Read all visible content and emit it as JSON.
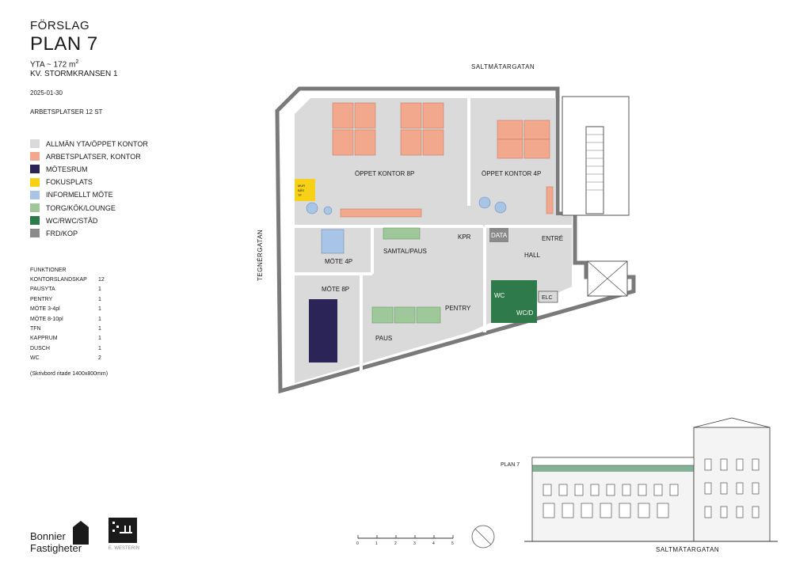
{
  "header": {
    "subtitle": "FÖRSLAG",
    "title": "PLAN 7",
    "area_prefix": "YTA ~ 172 m",
    "area_sup": "2",
    "property": "KV. STORMKRANSEN 1",
    "date": "2025-01-30",
    "workplaces": "ARBETSPLATSER 12 ST"
  },
  "legend": [
    {
      "label": "ALLMÄN YTA/ÖPPET KONTOR",
      "color": "#dadada"
    },
    {
      "label": "ARBETSPLATSER, KONTOR",
      "color": "#f2a88c"
    },
    {
      "label": "MÖTESRUM",
      "color": "#2b2456"
    },
    {
      "label": "FOKUSPLATS",
      "color": "#f7d117"
    },
    {
      "label": "INFORMELLT MÖTE",
      "color": "#a8c4e6"
    },
    {
      "label": "TORG/KÖK/LOUNGE",
      "color": "#9fc89a"
    },
    {
      "label": "WC/RWC/STÄD",
      "color": "#2e7a4a"
    },
    {
      "label": "FRD/KOP",
      "color": "#8a8a8a"
    }
  ],
  "functions": {
    "title": "FUNKTIONER",
    "rows": [
      {
        "name": "KONTORSLANDSKAP",
        "count": "12"
      },
      {
        "name": "PAUSYTA",
        "count": "1"
      },
      {
        "name": "PENTRY",
        "count": "1"
      },
      {
        "name": "MÖTE 3-4pl",
        "count": "1"
      },
      {
        "name": "MÖTE 8-10pl",
        "count": "1"
      },
      {
        "name": "TFN",
        "count": "1"
      },
      {
        "name": "KAPPRUM",
        "count": "1"
      },
      {
        "name": "DUSCH",
        "count": "1"
      },
      {
        "name": "WC",
        "count": "2"
      }
    ],
    "note": "(Skrivbord ritade 1400x800mm)"
  },
  "streets": {
    "top": "SALTMÄTARGATAN",
    "side": "TEGNÉRGATAN",
    "bottom": "SALTMÄTARGATAN"
  },
  "rooms": {
    "open_8p": "ÖPPET KONTOR 8P",
    "open_4p": "ÖPPET KONTOR 4P",
    "meet_4p": "MÖTE 4P",
    "samtal": "SAMTAL/PAUS",
    "kpr": "KPR",
    "data": "DATA",
    "entre": "ENTRÉ",
    "hall": "HALL",
    "meet_8p": "MÖTE 8P",
    "pentry": "PENTRY",
    "paus": "PAUS",
    "wc": "WC",
    "wcd": "WC/D",
    "elc": "ELC"
  },
  "focus_labels": [
    "MUR",
    "BÅS",
    "TF"
  ],
  "scale": {
    "ticks": [
      "0",
      "1",
      "2",
      "3",
      "4",
      "5"
    ]
  },
  "elevation_label": "PLAN 7",
  "logos": {
    "owner_line1": "Bonnier",
    "owner_line2": "Fastigheter",
    "arch_caption": "E. WESTERIN"
  }
}
